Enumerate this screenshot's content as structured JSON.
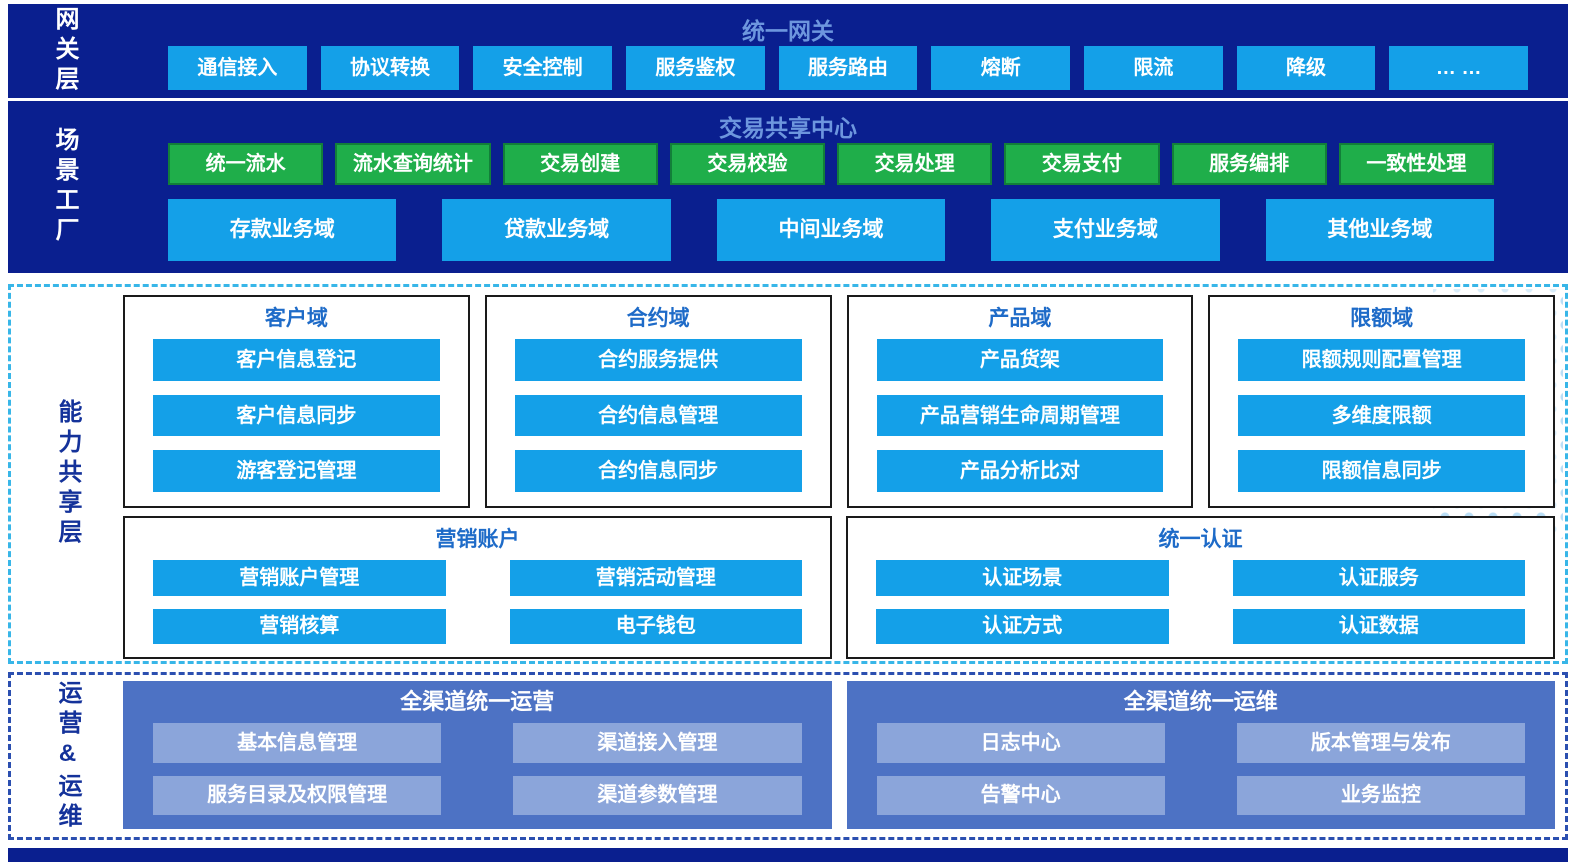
{
  "colors": {
    "navy": "#0a1f8f",
    "cyan": "#14a0e8",
    "green": "#1fae4a",
    "title_blue": "#6d96de",
    "group_title": "#1e6bc8",
    "panel": "#4d72c4",
    "panel_item": "#8ba5da",
    "dash_cyan": "#38b6e8",
    "dash_blue": "#2b4fb0"
  },
  "layers": {
    "gateway": {
      "label": "网关层",
      "title": "统一网关",
      "items": [
        "通信接入",
        "协议转换",
        "安全控制",
        "服务鉴权",
        "服务路由",
        "熔断",
        "限流",
        "降级",
        "… …"
      ]
    },
    "scenario": {
      "label": "场景工厂",
      "title": "交易共享中心",
      "services": [
        "统一流水",
        "流水查询统计",
        "交易创建",
        "交易校验",
        "交易处理",
        "交易支付",
        "服务编排",
        "一致性处理"
      ],
      "domains": [
        "存款业务域",
        "贷款业务域",
        "中间业务域",
        "支付业务域",
        "其他业务域"
      ]
    },
    "capability": {
      "label": "能力共享层",
      "groups": [
        {
          "title": "客户域",
          "items": [
            "客户信息登记",
            "客户信息同步",
            "游客登记管理"
          ]
        },
        {
          "title": "合约域",
          "items": [
            "合约服务提供",
            "合约信息管理",
            "合约信息同步"
          ]
        },
        {
          "title": "产品域",
          "items": [
            "产品货架",
            "产品营销生命周期管理",
            "产品分析比对"
          ]
        },
        {
          "title": "限额域",
          "items": [
            "限额规则配置管理",
            "多维度限额",
            "限额信息同步"
          ]
        },
        {
          "title": "营销账户",
          "items": [
            "营销账户管理",
            "营销活动管理",
            "营销核算",
            "电子钱包"
          ]
        },
        {
          "title": "统一认证",
          "items": [
            "认证场景",
            "认证服务",
            "认证方式",
            "认证数据"
          ]
        }
      ]
    },
    "operations": {
      "label": "运营&运维",
      "panels": [
        {
          "title": "全渠道统一运营",
          "items": [
            "基本信息管理",
            "渠道接入管理",
            "服务目录及权限管理",
            "渠道参数管理"
          ]
        },
        {
          "title": "全渠道统一运维",
          "items": [
            "日志中心",
            "版本管理与发布",
            "告警中心",
            "业务监控"
          ]
        }
      ]
    }
  }
}
